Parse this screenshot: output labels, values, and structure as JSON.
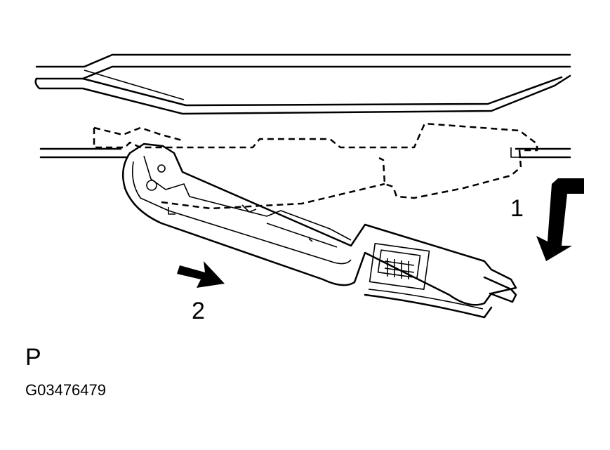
{
  "labels": {
    "step_1": "1",
    "step_2": "2",
    "view_letter": "P",
    "figure_id": "G03476479"
  },
  "colors": {
    "ink": "#000000",
    "background": "#ffffff"
  },
  "icons": {
    "arrow_1": "arrow-down-bent-icon",
    "arrow_2": "arrow-right-icon"
  }
}
